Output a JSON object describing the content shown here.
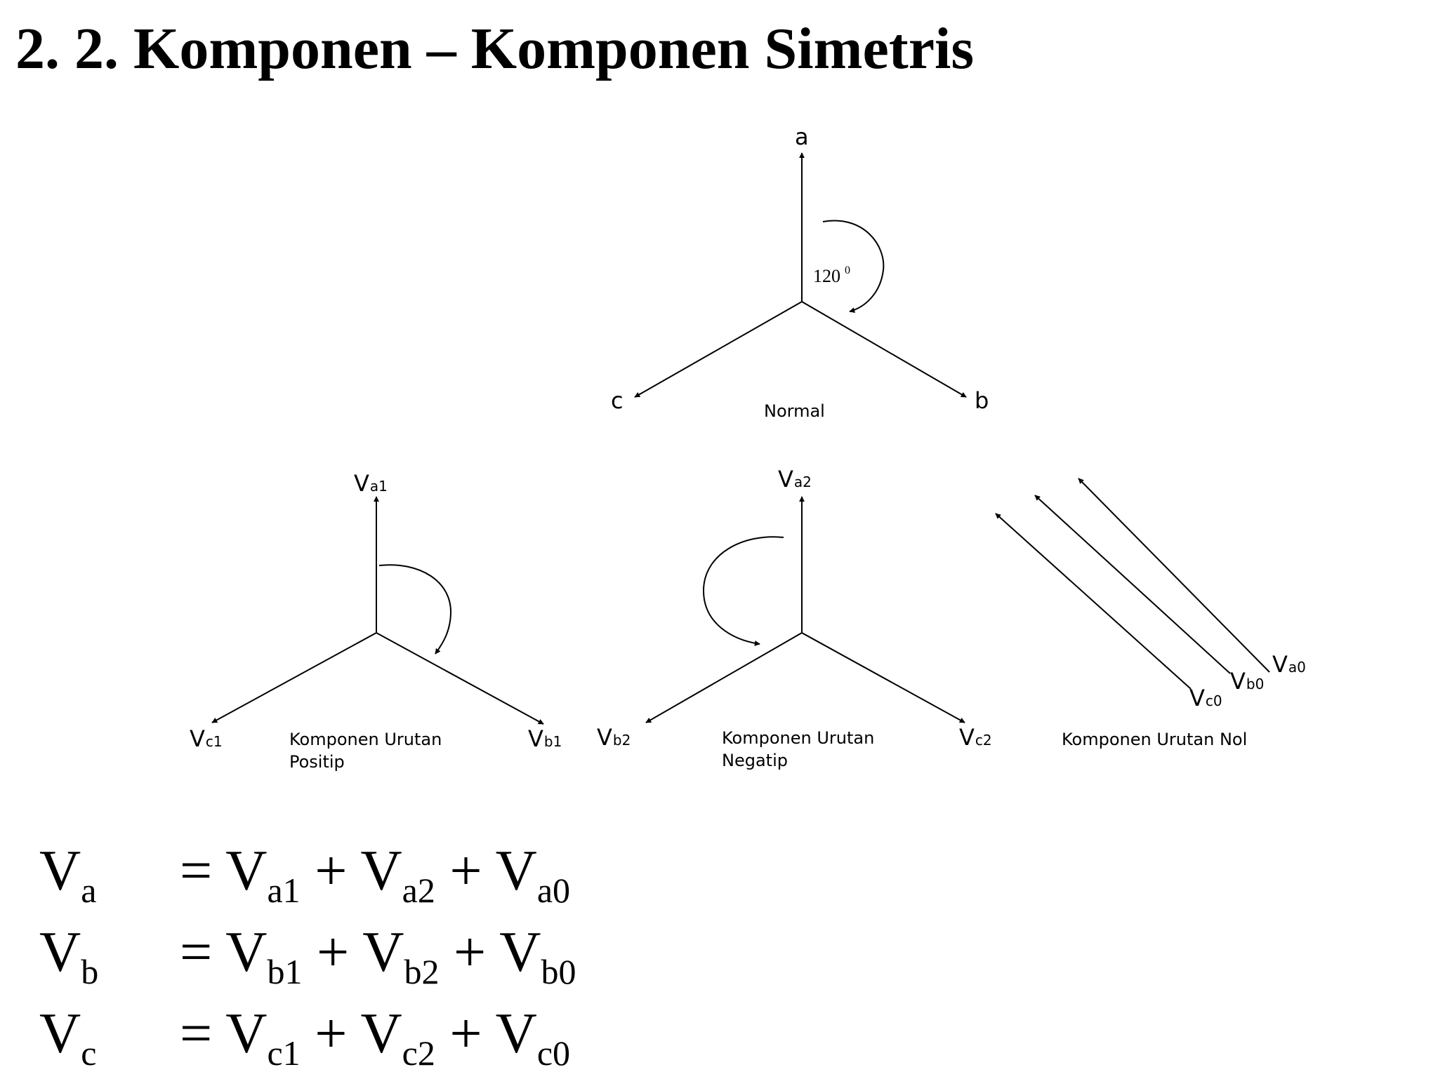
{
  "title": "2. 2. Komponen – Komponen Simetris",
  "normal": {
    "a": "a",
    "b": "b",
    "c": "c",
    "angle": "120",
    "angle_unit": "0",
    "caption": "Normal"
  },
  "positive": {
    "a_base": "V",
    "a_sub": "a1",
    "b_base": "V",
    "b_sub": "b1",
    "c_base": "V",
    "c_sub": "c1",
    "caption_line1": "Komponen Urutan",
    "caption_line2": "Positip"
  },
  "negative": {
    "a_base": "V",
    "a_sub": "a2",
    "b_base": "V",
    "b_sub": "b2",
    "c_base": "V",
    "c_sub": "c2",
    "caption_line1": "Komponen Urutan",
    "caption_line2": "Negatip"
  },
  "zero": {
    "a_base": "V",
    "a_sub": "a0",
    "b_base": "V",
    "b_sub": "b0",
    "c_base": "V",
    "c_sub": "c0",
    "caption": "Komponen Urutan Nol"
  },
  "equations": [
    {
      "lhs_base": "V",
      "lhs_sub": "a",
      "eq": "= V",
      "t1": "a1",
      "p1": " + V",
      "t2": "a2",
      "p2": " + V",
      "t3": "a0"
    },
    {
      "lhs_base": "V",
      "lhs_sub": "b",
      "eq": "= V",
      "t1": "b1",
      "p1": " + V",
      "t2": "b2",
      "p2": " + V",
      "t3": "b0"
    },
    {
      "lhs_base": "V",
      "lhs_sub": "c",
      "eq": "= V",
      "t1": "c1",
      "p1": " + V",
      "t2": "c2",
      "p2": " + V",
      "t3": "c0"
    }
  ]
}
